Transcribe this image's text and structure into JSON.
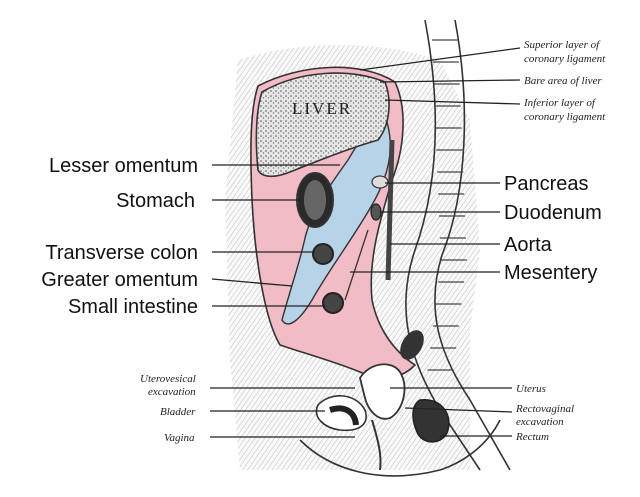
{
  "organ_label": "LIVER",
  "labels_left": [
    "Lesser omentum",
    "Stomach",
    "Transverse colon",
    "Greater omentum",
    "Small intestine"
  ],
  "labels_right": [
    "Pancreas",
    "Duodenum",
    "Aorta",
    "Mesentery"
  ],
  "labels_top_right": [
    "Superior layer of",
    "coronary ligament",
    "Bare area of liver",
    "Inferior layer of",
    "coronary ligament"
  ],
  "labels_bottom_left": [
    "Uterovesical",
    "excavation",
    "Bladder",
    "Vagina"
  ],
  "labels_bottom_right": [
    "Uterus",
    "Rectovaginal",
    "excavation",
    "Rectum"
  ],
  "colors": {
    "peritoneal_cavity": "#f2bcc6",
    "omental_bursa": "#b7d3e8",
    "liver_stipple": "#c9c9c9",
    "outline": "#333333"
  }
}
